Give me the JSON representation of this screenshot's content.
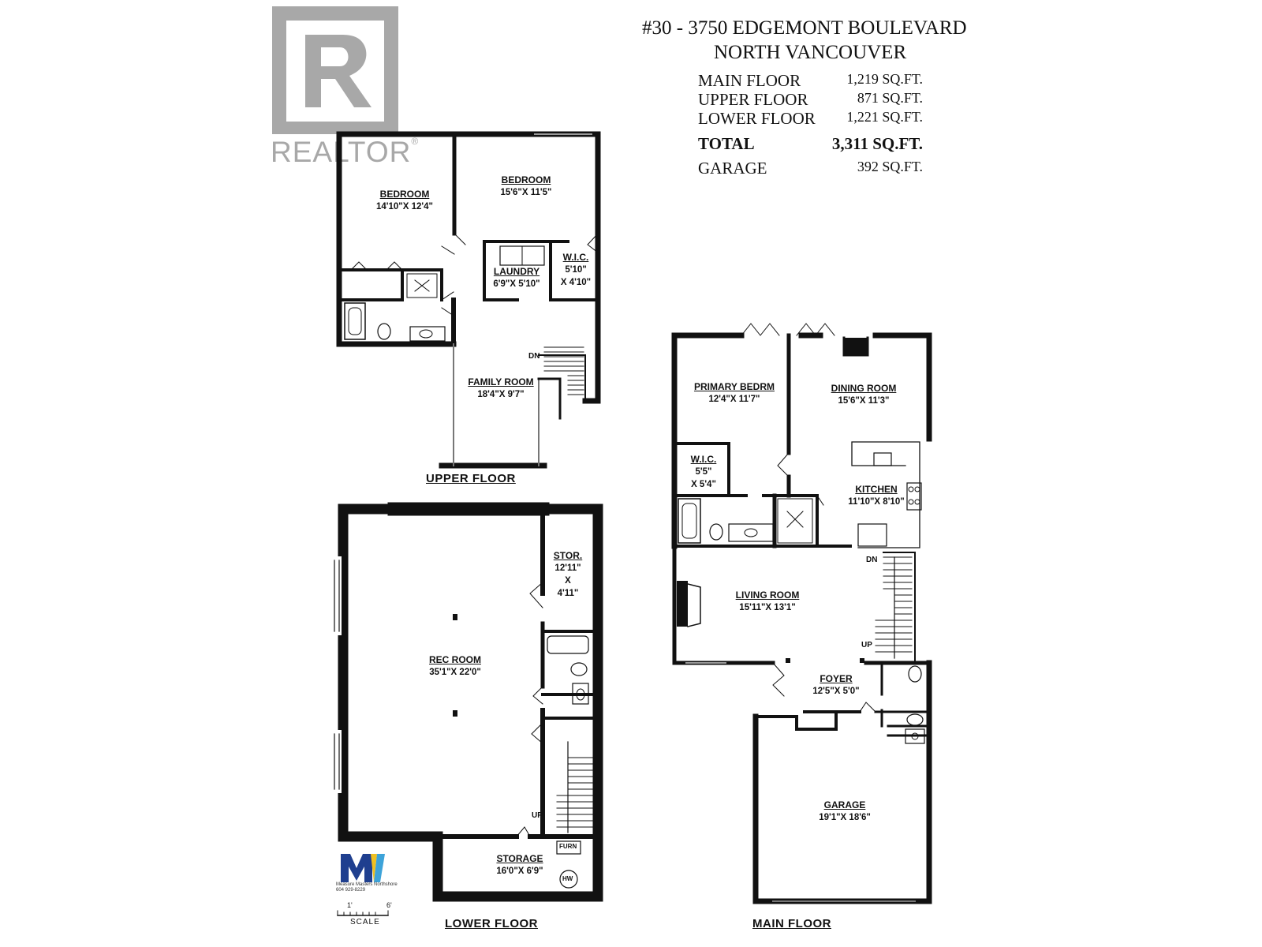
{
  "header": {
    "address_line1": "#30 - 3750 EDGEMONT BOULEVARD",
    "address_line2": "NORTH VANCOUVER"
  },
  "areas": [
    {
      "label": "MAIN FLOOR",
      "value": "1,219 SQ.FT."
    },
    {
      "label": "UPPER FLOOR",
      "value": "871 SQ.FT."
    },
    {
      "label": "LOWER FLOOR",
      "value": "1,221 SQ.FT."
    },
    {
      "label": "TOTAL",
      "value": "3,311 SQ.FT."
    },
    {
      "label": "GARAGE",
      "value": "392 SQ.FT."
    }
  ],
  "logo": {
    "text": "REALTOR",
    "mark": "®"
  },
  "floors": {
    "upper": {
      "label": "UPPER FLOOR",
      "rooms": [
        {
          "name": "BEDROOM",
          "dims": "14'10\"X 12'4\""
        },
        {
          "name": "BEDROOM",
          "dims": "15'6\"X 11'5\""
        },
        {
          "name": "LAUNDRY",
          "dims": "6'9\"X 5'10\""
        },
        {
          "name": "W.I.C.",
          "dims": "5'10\"",
          "dims2": "X 4'10\""
        },
        {
          "name": "FAMILY ROOM",
          "dims": "18'4\"X 9'7\""
        }
      ],
      "tags": [
        "DN"
      ]
    },
    "lower": {
      "label": "LOWER FLOOR",
      "rooms": [
        {
          "name": "STOR.",
          "dims": "12'11\"",
          "dims2": "X",
          "dims3": "4'11\""
        },
        {
          "name": "REC ROOM",
          "dims": "35'1\"X 22'0\""
        },
        {
          "name": "STORAGE",
          "dims": "16'0\"X 6'9\""
        }
      ],
      "tags": [
        "UP",
        "FURN",
        "HW"
      ]
    },
    "main": {
      "label": "MAIN FLOOR",
      "rooms": [
        {
          "name": "PRIMARY BEDRM",
          "dims": "12'4\"X 11'7\""
        },
        {
          "name": "DINING ROOM",
          "dims": "15'6\"X 11'3\""
        },
        {
          "name": "W.I.C.",
          "dims": "5'5\"",
          "dims2": "X 5'4\""
        },
        {
          "name": "KITCHEN",
          "dims": "11'10\"X 8'10\""
        },
        {
          "name": "LIVING ROOM",
          "dims": "15'11\"X 13'1\""
        },
        {
          "name": "FOYER",
          "dims": "12'5\"X 5'0\""
        },
        {
          "name": "GARAGE",
          "dims": "19'1\"X 18'6\""
        }
      ],
      "tags": [
        "DN",
        "UP"
      ]
    }
  },
  "measure_logo": {
    "line1": "Measure Masters Northshore",
    "line2": "604 929-8229"
  },
  "scale": {
    "label": "SCALE",
    "tick1": "1'",
    "tick2": "6'"
  }
}
